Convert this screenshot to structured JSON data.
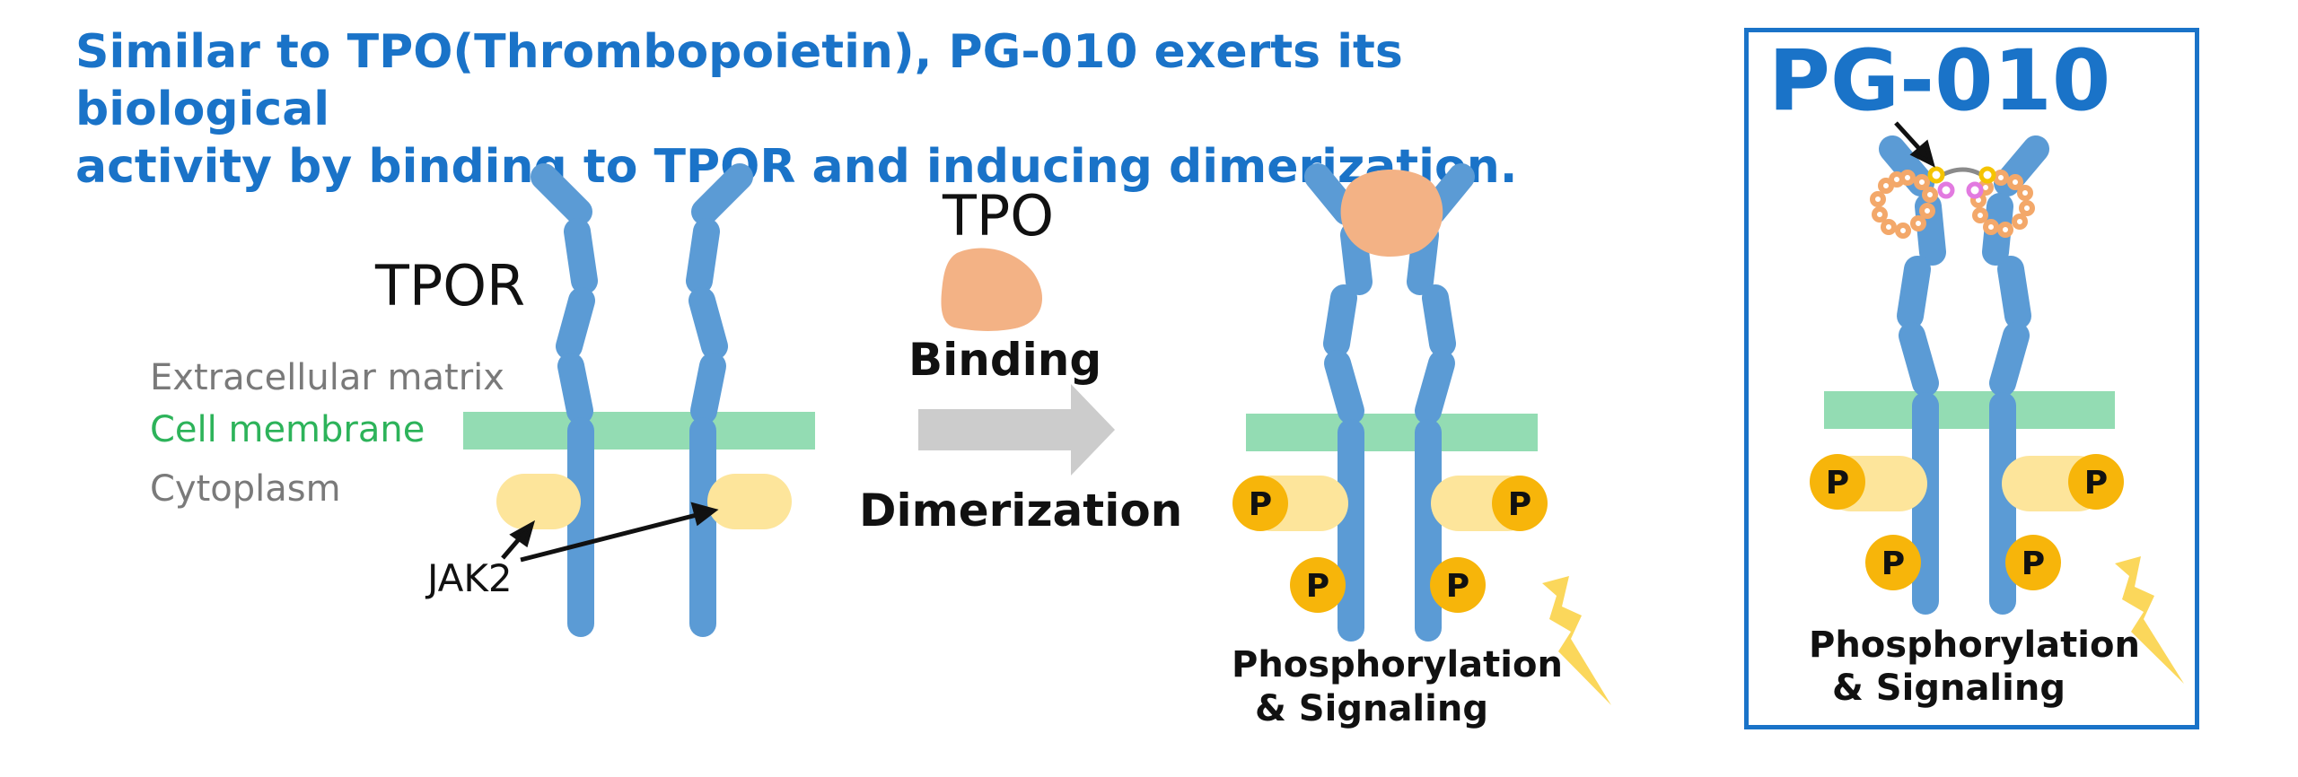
{
  "header": {
    "title_line1": "Similar to TPO(Thrombopoietin), PG-010 exerts its biological",
    "title_line2": "activity by binding to TPOR and inducing dimerization."
  },
  "left_panel": {
    "receptor_label": "TPOR",
    "extracellular_label": "Extracellular  matrix",
    "membrane_label": "Cell membrane",
    "cytoplasm_label": "Cytoplasm",
    "kinase_label": "JAK2"
  },
  "middle_panel": {
    "ligand_label": "TPO",
    "binding_label": "Binding",
    "dimerization_label": "Dimerization"
  },
  "right_panel": {
    "phospho_label": "P",
    "outcome_line1": "Phosphorylation",
    "outcome_line2": "& Signaling"
  },
  "pg_panel": {
    "title": "PG-010",
    "phospho_label": "P",
    "outcome_line1": "Phosphorylation",
    "outcome_line2": "& Signaling"
  },
  "colors": {
    "title": "#1a73c8",
    "receptor": "#5b9bd5",
    "membrane": "#93dcb3",
    "jak2": "#fde59b",
    "tpo": "#f3b285",
    "phospho": "#f7b50a",
    "lightning": "#fbd75b",
    "arrow": "#cccccc"
  }
}
